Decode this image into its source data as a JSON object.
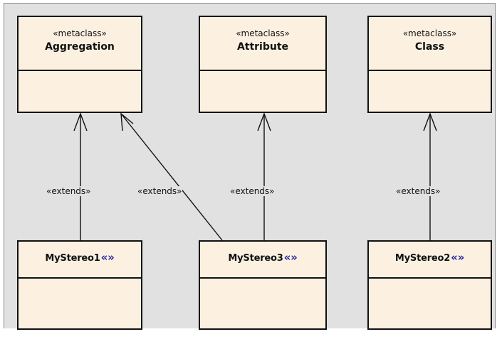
{
  "metaclasses": [
    {
      "stereotype": "«metaclass»",
      "name": "Aggregation"
    },
    {
      "stereotype": "«metaclass»",
      "name": "Attribute"
    },
    {
      "stereotype": "«metaclass»",
      "name": "Class"
    }
  ],
  "stereotypes": [
    {
      "name": "MyStereo1",
      "icon": "stereotype-icon"
    },
    {
      "name": "MyStereo3",
      "icon": "stereotype-icon"
    },
    {
      "name": "MyStereo2",
      "icon": "stereotype-icon"
    }
  ],
  "links": [
    {
      "label": "«extends»",
      "from": "MyStereo1",
      "to": "Aggregation"
    },
    {
      "label": "«extends»",
      "from": "MyStereo3",
      "to": "Aggregation"
    },
    {
      "label": "«extends»",
      "from": "MyStereo3",
      "to": "Attribute"
    },
    {
      "label": "«extends»",
      "from": "MyStereo2",
      "to": "Class"
    }
  ],
  "colors": {
    "canvas": "#e1e1e1",
    "box_fill": "#fcf1e1",
    "border": "#111111",
    "icon": "#1f1fa0"
  }
}
